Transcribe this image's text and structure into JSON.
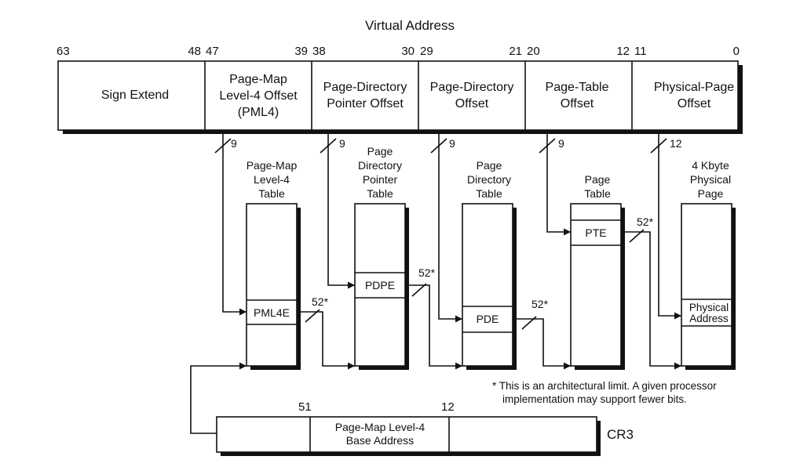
{
  "title": "Virtual Address",
  "bit_labels": [
    "63",
    "48",
    "47",
    "39",
    "38",
    "30",
    "29",
    "21",
    "20",
    "12",
    "11",
    "0"
  ],
  "fields": {
    "sign_extend": [
      "Sign Extend"
    ],
    "pml4": [
      "Page-Map",
      "Level-4 Offset",
      "(PML4)"
    ],
    "pdp": [
      "Page-Directory",
      "Pointer Offset"
    ],
    "pd": [
      "Page-Directory",
      "Offset"
    ],
    "pt": [
      "Page-Table",
      "Offset"
    ],
    "phys": [
      "Physical-Page",
      "Offset"
    ]
  },
  "widths": {
    "w1": "9",
    "w2": "9",
    "w3": "9",
    "w4": "9",
    "w5": "12"
  },
  "tables": {
    "pml4": {
      "title": [
        "Page-Map",
        "Level-4",
        "Table"
      ],
      "entry": [
        "PML4E"
      ]
    },
    "pdp": {
      "title": [
        "Page",
        "Directory",
        "Pointer",
        "Table"
      ],
      "entry": [
        "PDPE"
      ]
    },
    "pd": {
      "title": [
        "Page",
        "Directory",
        "Table"
      ],
      "entry": [
        "PDE"
      ]
    },
    "pt": {
      "title": [
        "Page",
        "Table"
      ],
      "entry": [
        "PTE"
      ]
    },
    "page": {
      "title": [
        "4 Kbyte",
        "Physical",
        "Page"
      ],
      "entry": [
        "Physical",
        "Address"
      ]
    }
  },
  "link_width": "52*",
  "note": [
    "* This is an architectural limit. A given processor",
    "implementation may support fewer bits."
  ],
  "cr3": {
    "bit_hi": "51",
    "bit_lo": "12",
    "field": [
      "Page-Map Level-4",
      "Base Address"
    ],
    "label": "CR3"
  }
}
